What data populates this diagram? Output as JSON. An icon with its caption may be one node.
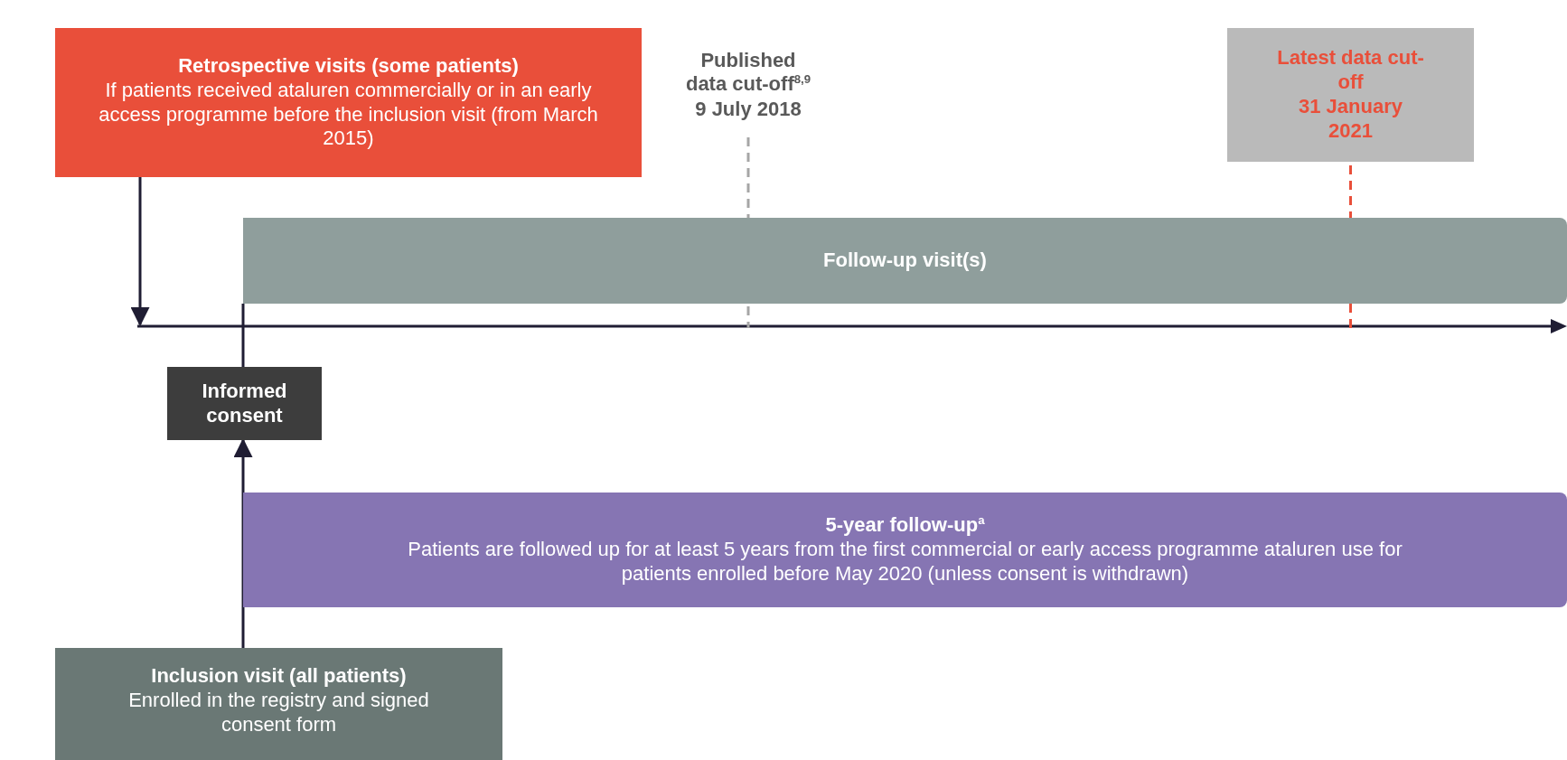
{
  "diagram": {
    "nodes": [
      {
        "text": [
          "Retrospective visits (some patients)",
          "If patients received ataluren commercially or in an early access programme before the inclusion visit (from March 2015)"
        ]
      },
      {
        "text": [
          "Published data cut-off$^{8,9}$",
          "9 July 2018"
        ]
      },
      {
        "text": [
          "Latest data cut-off",
          "31 January 2021"
        ]
      },
      {
        "text": [
          "Follow-up visit(s)"
        ]
      },
      {
        "text": [
          "Informed consent"
        ]
      },
      {
        "text": [
          "5-year follow-up$^{a}$",
          "Patients are followed up for at least 5 years from the first commercial or early access programme ataluren use for patients enrolled before May 2020 (unless consent is withdrawn)"
        ]
      },
      {
        "text": [
          "Inclusion visit (all patients)",
          "Enrolled in the registry and signed consent form"
        ]
      }
    ],
    "edges": [
      {
        "from": 0,
        "to": null,
        "arrow": "to"
      },
      {
        "from": 1,
        "to": null,
        "arrow": "none",
        "style": "dashed",
        "color": "#a6a6a6"
      },
      {
        "from": 2,
        "to": null,
        "arrow": "none",
        "style": "dashed",
        "color": "#e94f3a"
      },
      {
        "from": 4,
        "to": 3,
        "arrow": "none"
      },
      {
        "from": 6,
        "to": 4,
        "arrow": "to"
      }
    ]
  }
}
